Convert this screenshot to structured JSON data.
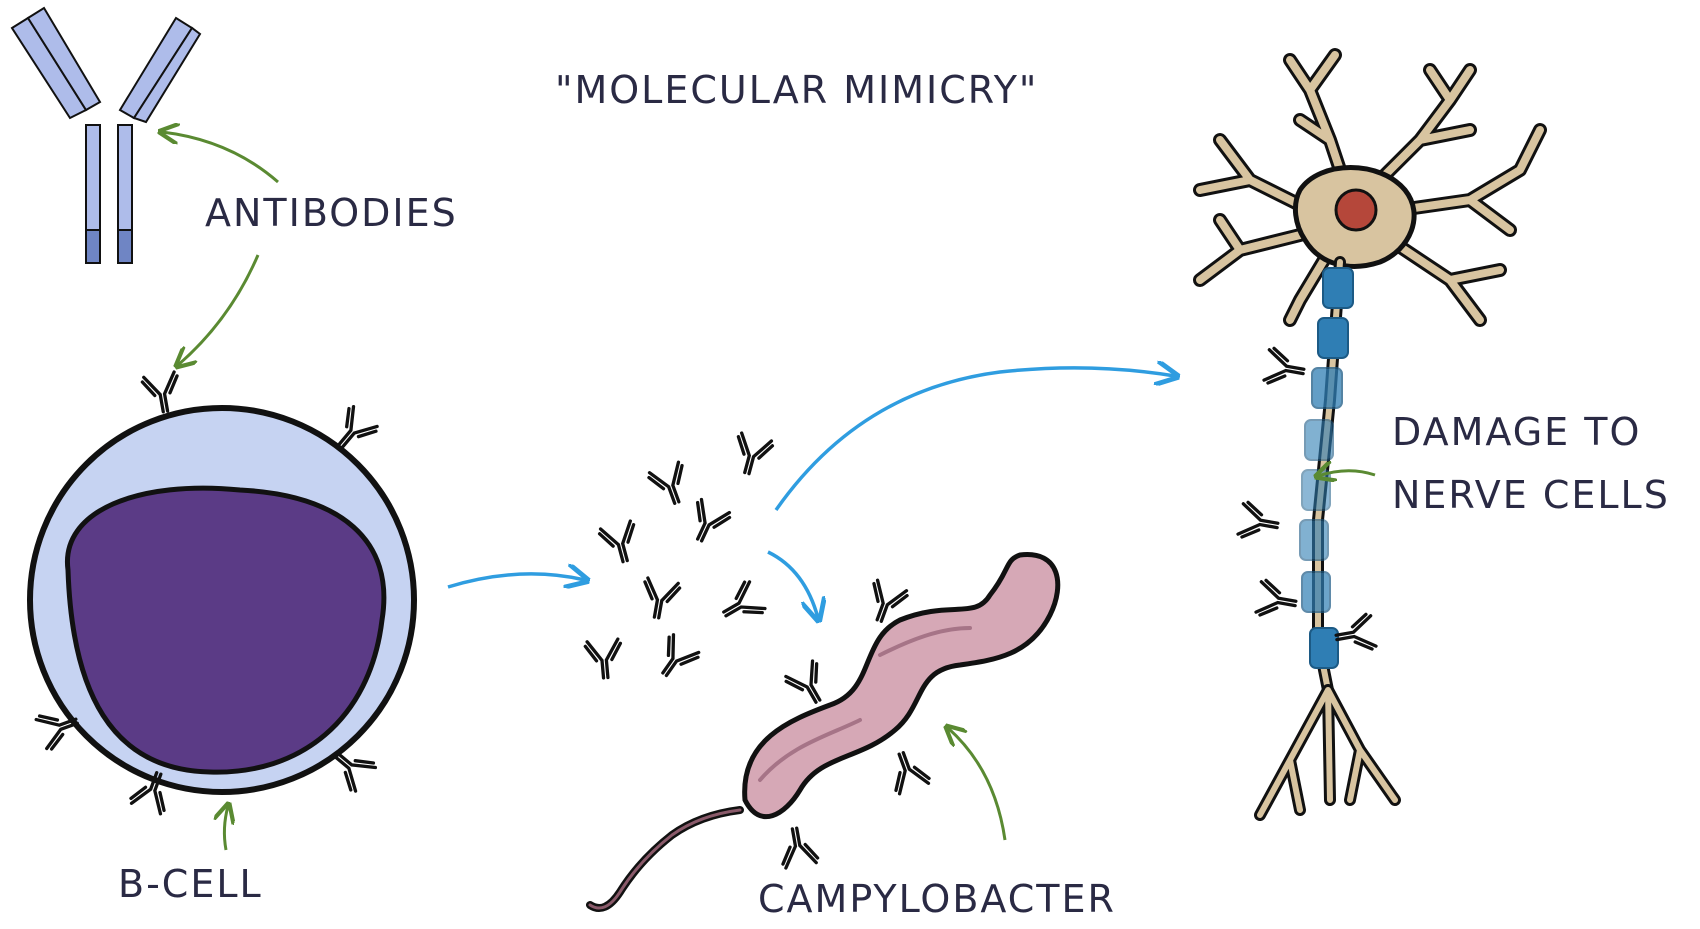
{
  "title": "\"MOLECULAR MIMICRY\"",
  "labels": {
    "antibodies": "ANTIBODIES",
    "b_cell": "B-CELL",
    "campylobacter": "CAMPYLOBACTER",
    "damage_line1": "DAMAGE TO",
    "damage_line2": "NERVE CELLS"
  },
  "colors": {
    "ink": "#111111",
    "label_text": "#2a2a44",
    "green_arrow": "#5a8a32",
    "blue_arrow": "#2f9de0",
    "antibody_fill": "#aebcea",
    "cell_cytoplasm": "#c6d3f2",
    "cell_nucleus": "#5b3b86",
    "bacterium": "#d6a8b6",
    "neuron_body": "#d8c4a0",
    "neuron_nucleus": "#b5473a",
    "myelin": "#2f7eb4"
  }
}
